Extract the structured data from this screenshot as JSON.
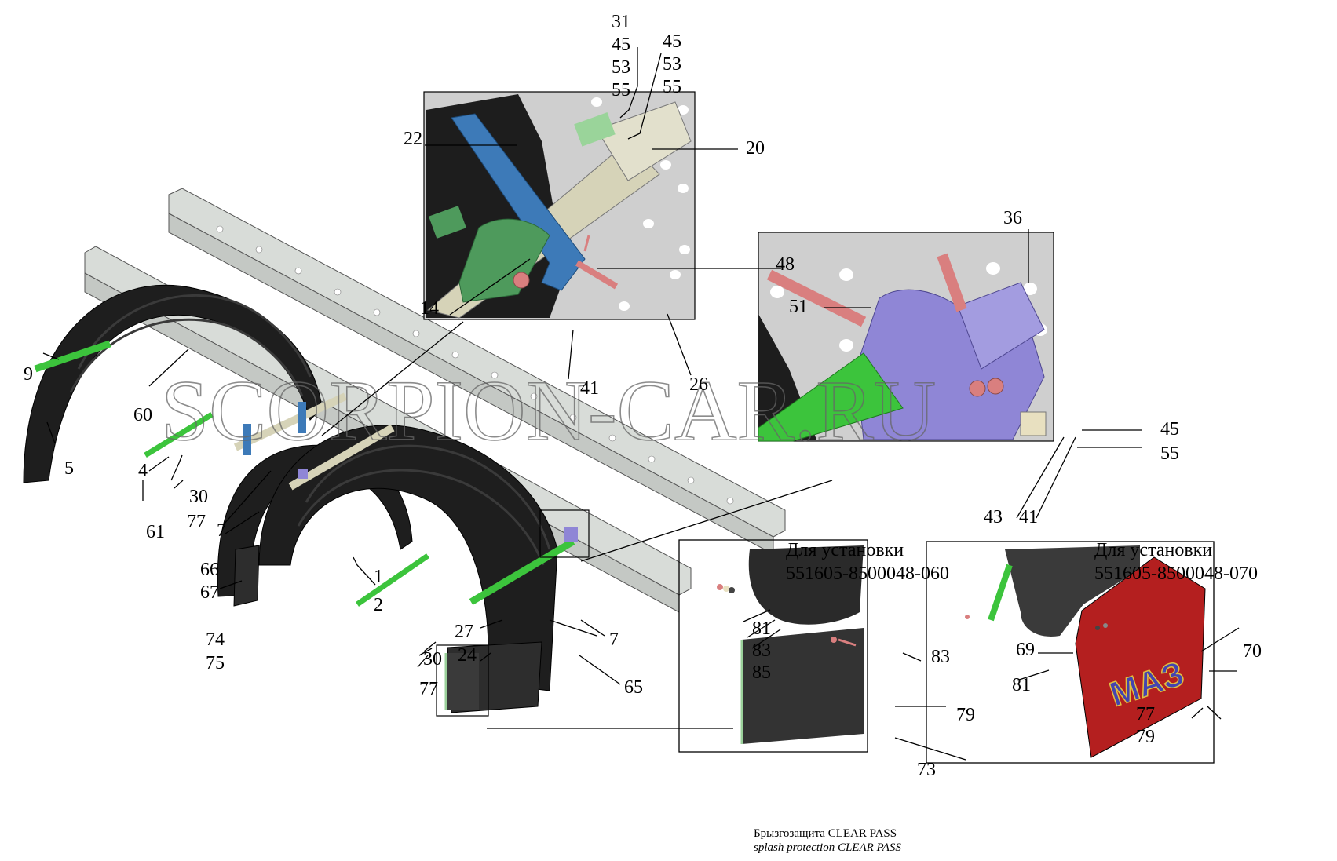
{
  "watermark": "SCORPION-CAR.RU",
  "callouts": {
    "c9": "9",
    "c5": "5",
    "c60": "60",
    "c4": "4",
    "c30a": "30",
    "c77a": "77",
    "c61": "61",
    "c7a": "7",
    "c66": "66",
    "c67": "67",
    "c1": "1",
    "c2": "2",
    "c74": "74",
    "c75": "75",
    "c27": "27",
    "c24": "24",
    "c7b": "7",
    "c30b": "30",
    "c77b": "77",
    "c65": "65",
    "c31": "31",
    "c45a": "45",
    "c53a": "53",
    "c55a": "55",
    "c45b": "45",
    "c53b": "53",
    "c55b": "55",
    "c22": "22",
    "c20": "20",
    "c14": "14",
    "c48": "48",
    "c41a": "41",
    "c26": "26",
    "c36": "36",
    "c51": "51",
    "c45c": "45",
    "c55c": "55",
    "c43": "43",
    "c41b": "41",
    "c81a": "81",
    "c83a": "83",
    "c85": "85",
    "c83b": "83",
    "c79a": "79",
    "c73": "73",
    "c69": "69",
    "c70": "70",
    "c81b": "81",
    "c77c": "77",
    "c79b": "79"
  },
  "variant_a": {
    "title": "Для установки",
    "code": "551605-8500048-060"
  },
  "variant_b": {
    "title": "Для установки",
    "code": "551605-8500048-070"
  },
  "caption": {
    "ru": "Брызгозащита CLEAR PASS",
    "en": "splash protection CLEAR PASS"
  },
  "logo_text": "МАЗ",
  "colors": {
    "fender": "#1e1e1e",
    "frame_rail": "#d8dcd8",
    "rod_green": "#3cc43c",
    "bracket_blue": "#3d7ab8",
    "bracket_violet": "#8f86d6",
    "bolt_red": "#d97f7f",
    "clamp_green": "#4e9a5c",
    "flap_red": "#b41f1f",
    "panel_gray": "#cfcfcf"
  }
}
